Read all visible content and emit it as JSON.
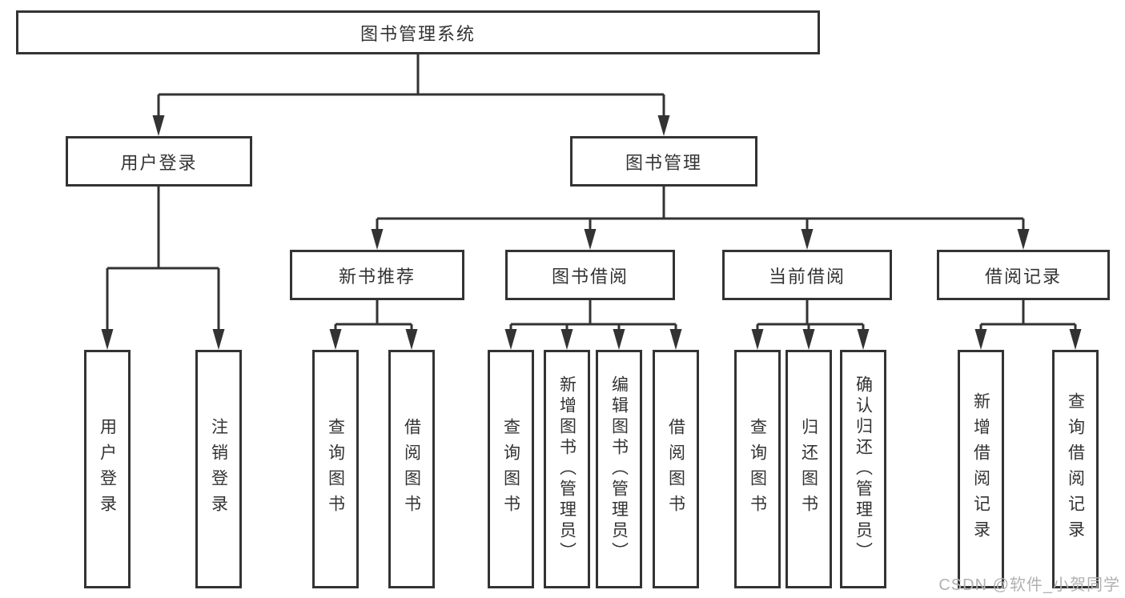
{
  "tree": {
    "root": "图书管理系统",
    "user_login": {
      "label": "用户登录",
      "children": [
        "用户登录",
        "注销登录"
      ]
    },
    "book_management": {
      "label": "图书管理",
      "modules": [
        {
          "label": "新书推荐",
          "children": [
            "查询图书",
            "借阅图书"
          ]
        },
        {
          "label": "图书借阅",
          "children": [
            "查询图书",
            "新增图书（管理员）",
            "编辑图书（管理员）",
            "借阅图书"
          ]
        },
        {
          "label": "当前借阅",
          "children": [
            "查询图书",
            "归还图书",
            "确认归还（管理员）"
          ]
        },
        {
          "label": "借阅记录",
          "children": [
            "新增借阅记录",
            "查询借阅记录"
          ]
        }
      ]
    }
  },
  "watermark": "CSDN @软件_小贺同学",
  "colors": {
    "line": "#333333",
    "box_border": "#333333",
    "text": "#333333",
    "watermark_text": "#b1b1b1",
    "background": "#ffffff"
  }
}
